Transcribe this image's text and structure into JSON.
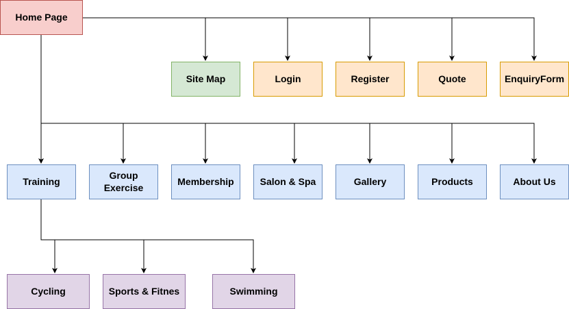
{
  "diagram": {
    "root": "Home Page",
    "secondary_pages": [
      "Site Map",
      "Login",
      "Register",
      "Quote",
      "EnquiryForm"
    ],
    "main_pages": [
      "Training",
      "Group Exercise",
      "Membership",
      "Salon & Spa",
      "Gallery",
      "Products",
      "About Us"
    ],
    "training_subpages": [
      "Cycling",
      "Sports & Fitnes",
      "Swimming"
    ]
  },
  "colors": {
    "root_fill": "#f8cecc",
    "root_stroke": "#b85450",
    "sitemap_fill": "#d5e8d4",
    "sitemap_stroke": "#82b366",
    "secondary_fill": "#ffe6cc",
    "secondary_stroke": "#d79b00",
    "main_fill": "#dae8fc",
    "main_stroke": "#6c8ebf",
    "sub_fill": "#e1d5e7",
    "sub_stroke": "#9673a6",
    "connector": "#000000"
  }
}
